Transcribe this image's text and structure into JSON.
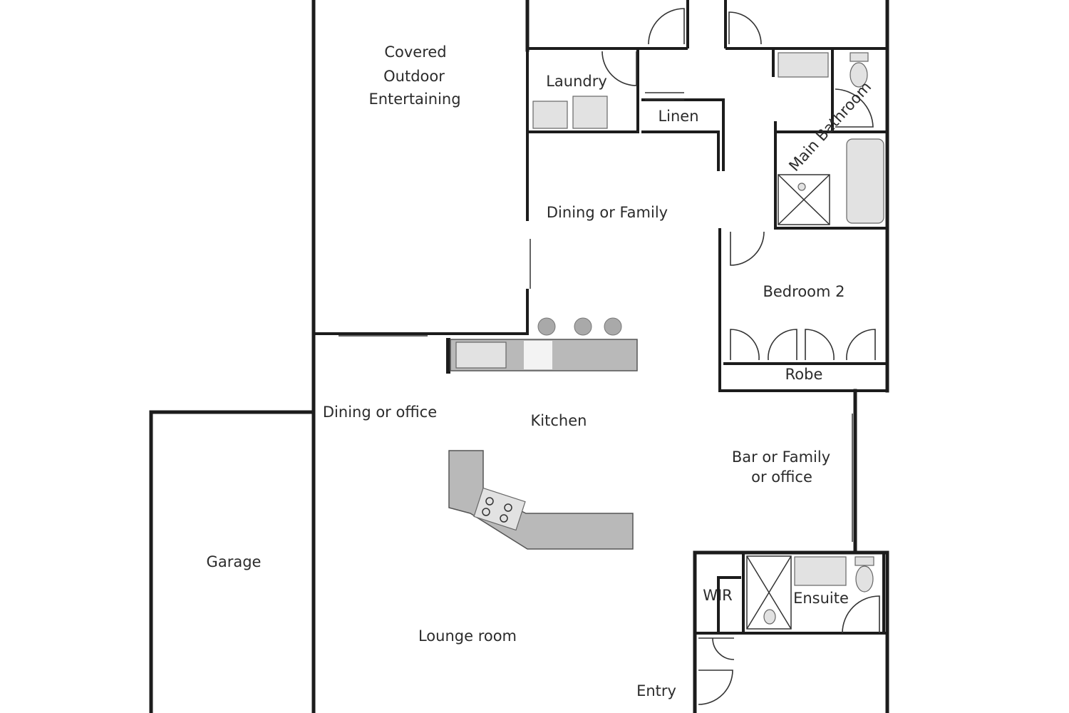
{
  "rooms": {
    "covered_line1": "Covered",
    "covered_line2": "Outdoor",
    "covered_line3": "Entertaining",
    "laundry": "Laundry",
    "linen": "Linen",
    "main_bathroom": "Main Bathroom",
    "dining_family": "Dining or Family",
    "bedroom2": "Bedroom 2",
    "robe": "Robe",
    "dining_office": "Dining or office",
    "kitchen": "Kitchen",
    "bar_line1": "Bar or Family",
    "bar_line2": "or office",
    "garage": "Garage",
    "wir": "WIR",
    "ensuite": "Ensuite",
    "lounge": "Lounge room",
    "entry": "Entry"
  }
}
